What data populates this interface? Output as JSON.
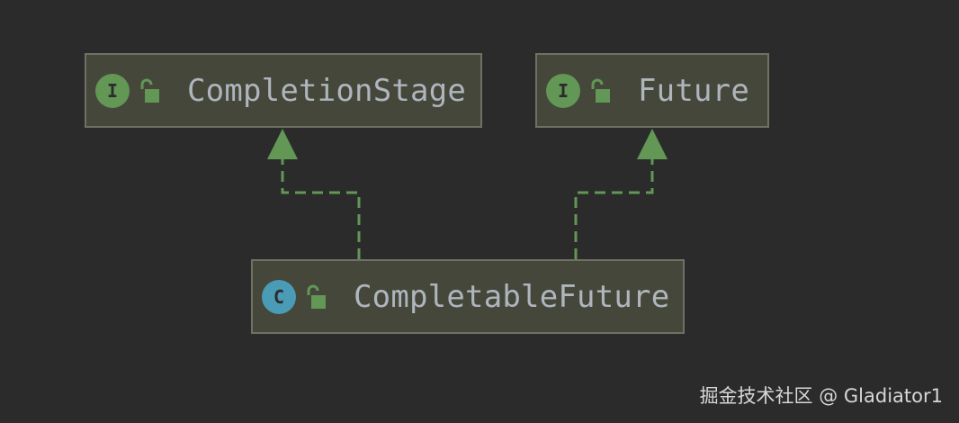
{
  "colors": {
    "background": "#2b2b2b",
    "node_fill": "#45473a",
    "node_border": "#6e7163",
    "interface_badge": "#629755",
    "class_badge": "#4a9cb6",
    "edge": "#629755",
    "text": "#aeb5bd"
  },
  "nodes": {
    "completion_stage": {
      "kind_letter": "I",
      "kind": "interface",
      "icon": "unlocked-padlock-icon",
      "name": "CompletionStage"
    },
    "future": {
      "kind_letter": "I",
      "kind": "interface",
      "icon": "unlocked-padlock-icon",
      "name": "Future"
    },
    "completable_future": {
      "kind_letter": "C",
      "kind": "class",
      "icon": "unlocked-padlock-icon",
      "name": "CompletableFuture"
    }
  },
  "edges": [
    {
      "from": "CompletableFuture",
      "to": "CompletionStage",
      "style": "dashed",
      "head": "filled-triangle"
    },
    {
      "from": "CompletableFuture",
      "to": "Future",
      "style": "dashed",
      "head": "filled-triangle"
    }
  ],
  "watermark": "掘金技术社区 @ Gladiator1"
}
